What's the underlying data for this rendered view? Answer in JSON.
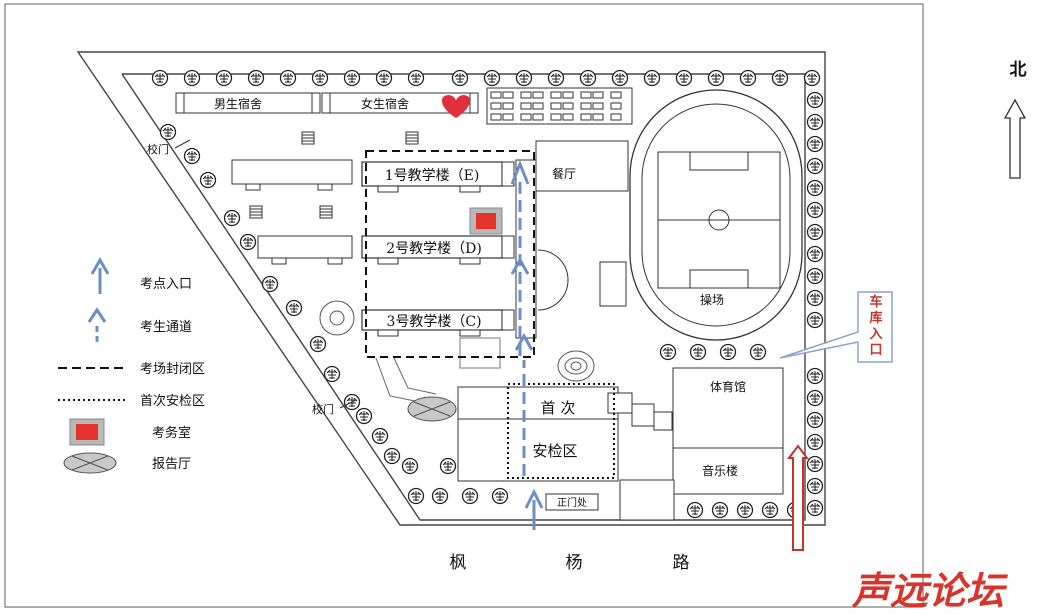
{
  "compass": {
    "north": "北"
  },
  "buildings": {
    "boys_dorm": "男生宿舍",
    "girls_dorm": "女生宿舍",
    "bldg1": "1号教学楼（E)",
    "bldg2": "2号教学楼（D)",
    "bldg3": "3号教学楼（C)",
    "canteen": "餐厅",
    "field": "操场",
    "gym": "体育馆",
    "music": "音乐楼",
    "gatehouse": "正门处",
    "security_line1": "首 次",
    "security_line2": "安检区"
  },
  "gates": {
    "west_gate_1": "校门",
    "west_gate_2": "校门"
  },
  "garage": {
    "line1": "车",
    "line2": "库",
    "line3": "入",
    "line4": "口"
  },
  "road": {
    "c1": "枫",
    "c2": "杨",
    "c3": "路"
  },
  "legend": [
    {
      "symbol": "solid-arrow",
      "label": "考点入口"
    },
    {
      "symbol": "dashed-arrow",
      "label": "考生通道"
    },
    {
      "symbol": "dashed-line",
      "label": "考场封闭区"
    },
    {
      "symbol": "dotted-line",
      "label": "首次安检区"
    },
    {
      "symbol": "red-square",
      "label": "考务室"
    },
    {
      "symbol": "x-ellipse",
      "label": "报告厅"
    }
  ],
  "watermark": "声远论坛",
  "colors": {
    "arrow_blue": "#6b8fc4",
    "exam_red": "#e5322b",
    "garage_red": "#c0362c",
    "heart_red": "#e03040",
    "watermark_red": "#d8342c",
    "garage_border": "#8aa3c8"
  }
}
